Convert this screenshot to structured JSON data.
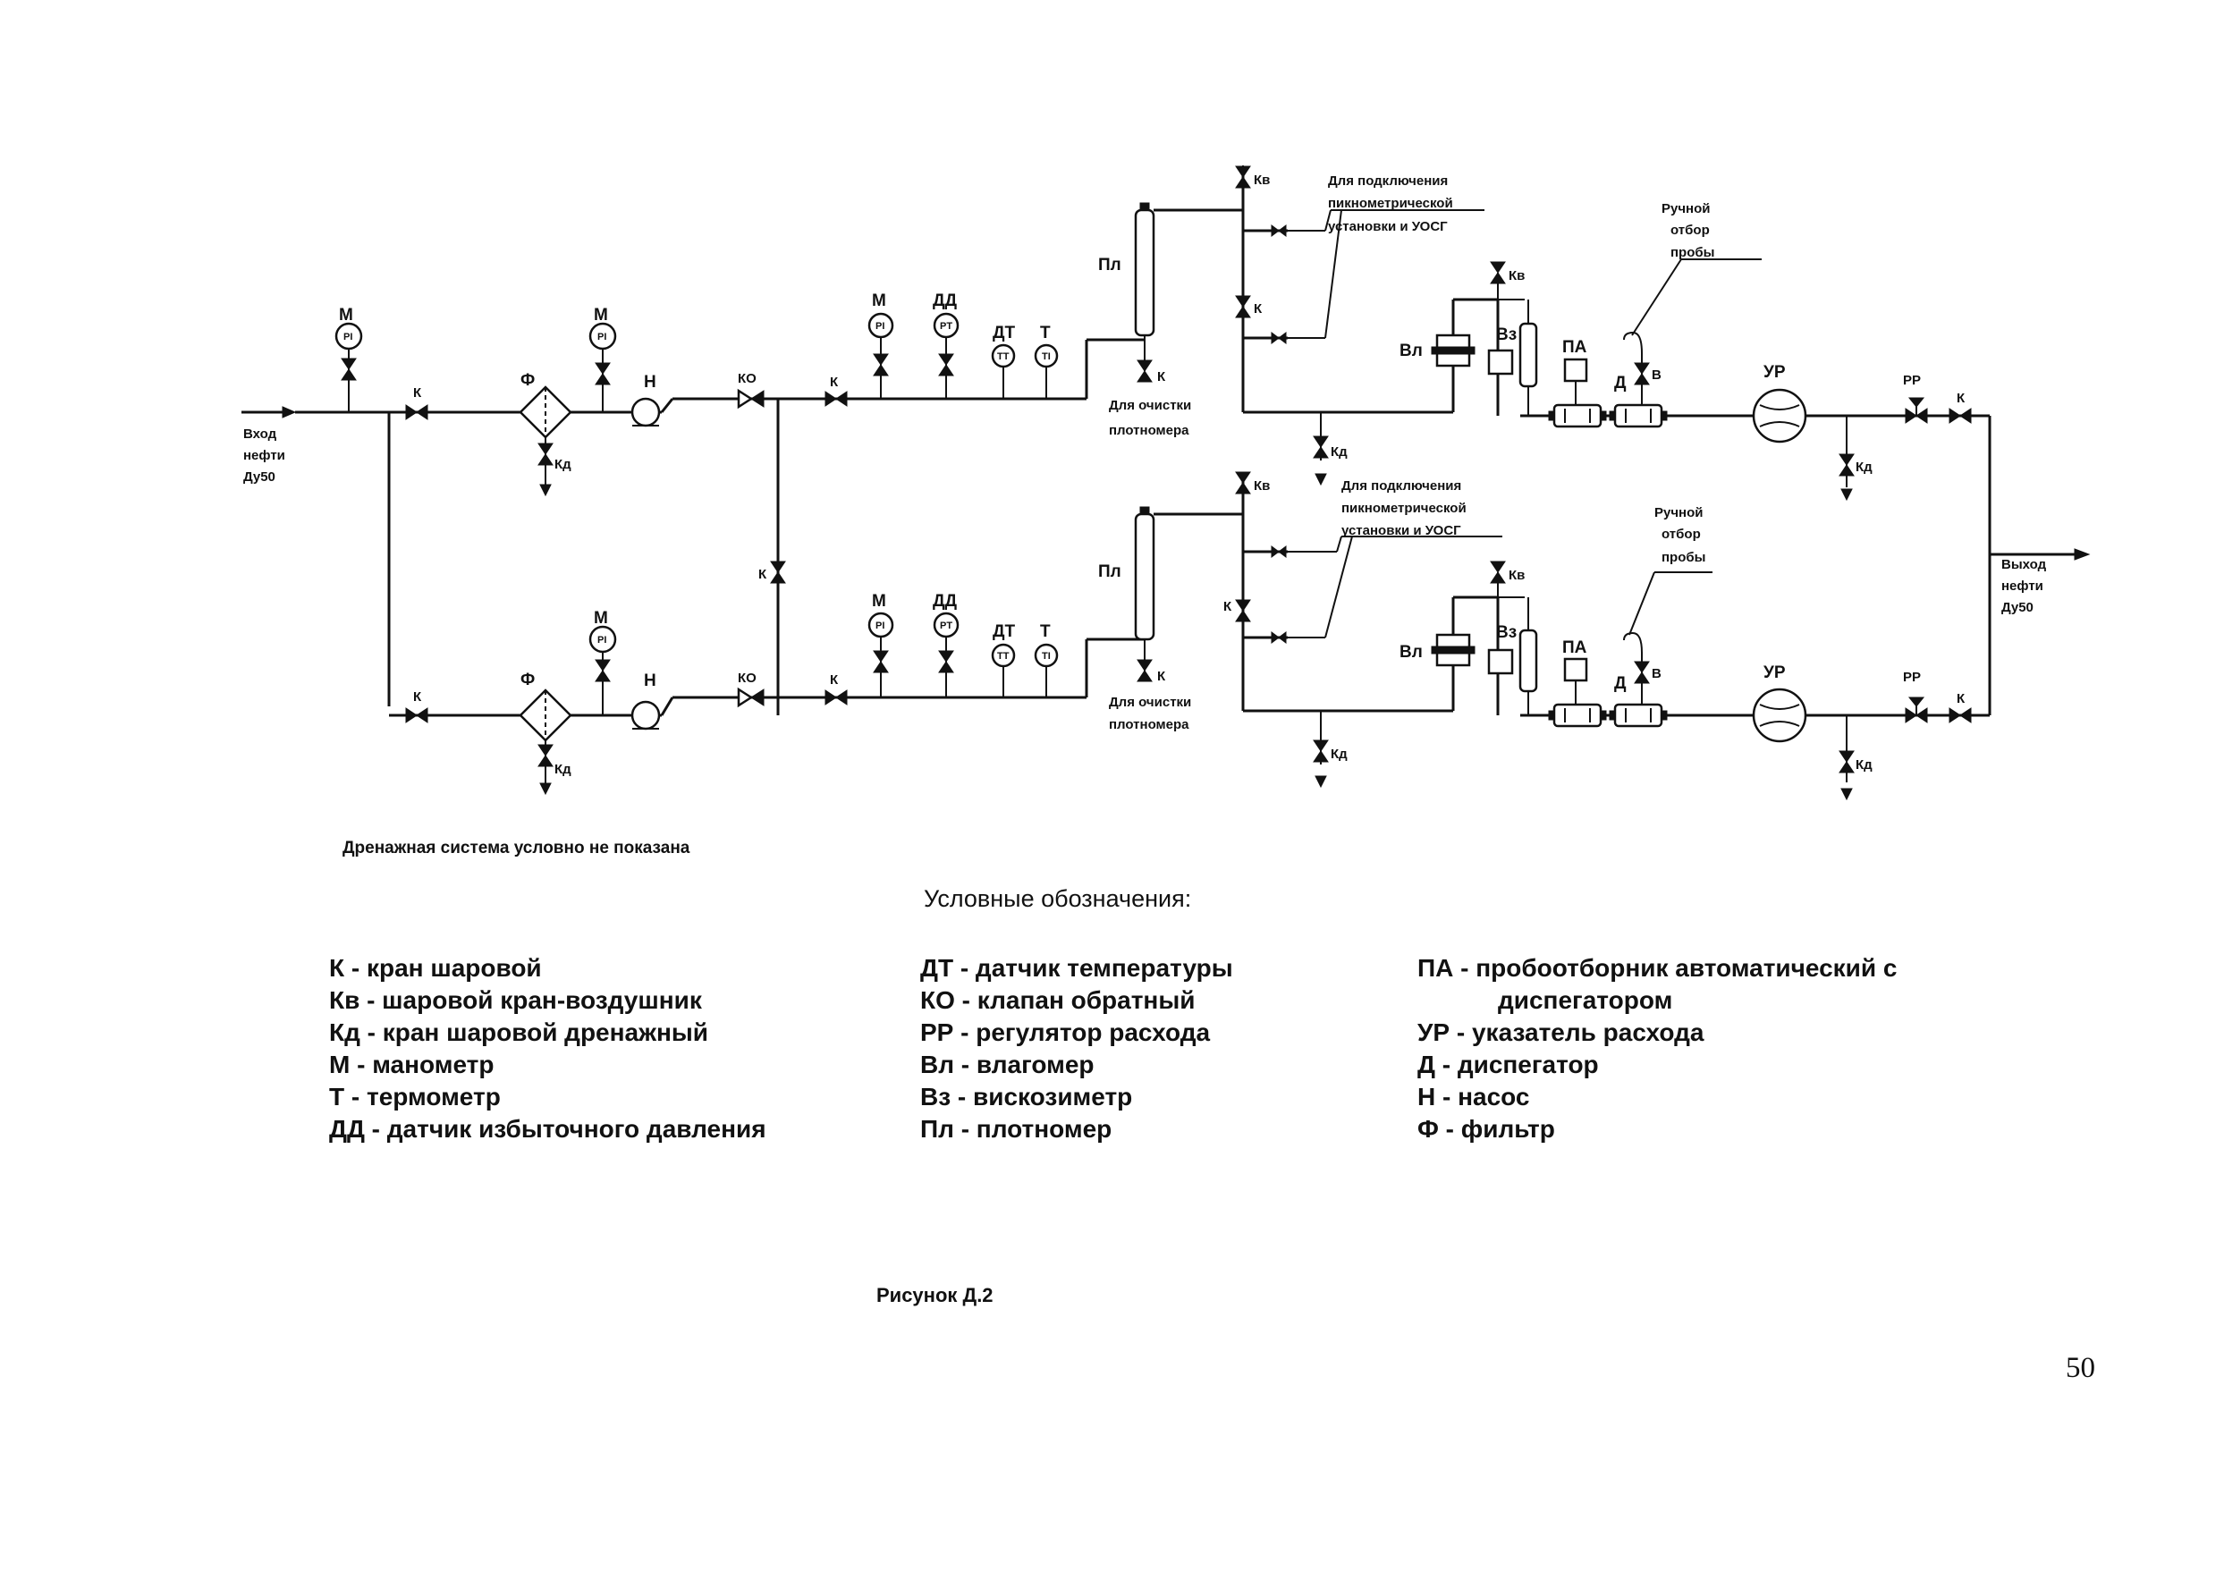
{
  "diagram": {
    "inlet": [
      "Вход",
      "нефти",
      "Ду50"
    ],
    "outlet": [
      "Выход",
      "нефти",
      "Ду50"
    ],
    "tags": {
      "M": "М",
      "PI": "PI",
      "DD": "ДД",
      "PT": "PT",
      "DT": "ДТ",
      "TT": "TT",
      "T": "Т",
      "TI": "TI",
      "K": "К",
      "KV": "Кв",
      "KD": "Кд",
      "F": "Ф",
      "N": "Н",
      "KO": "КО",
      "PL": "Пл",
      "VL": "Вл",
      "VZ": "Вз",
      "PA": "ПА",
      "D": "Д",
      "V": "В",
      "UR": "УР",
      "RR": "РР"
    },
    "densitometer_cleaning": [
      "Для очистки",
      "плотномера"
    ],
    "connection_note": [
      "Для подключения",
      "пикнометрической",
      "установки и УОСГ"
    ],
    "manual_sampling": [
      "Ручной",
      "отбор",
      "пробы"
    ]
  },
  "drainage_note": "Дренажная система условно не показана",
  "legend": {
    "title": "Условные обозначения:",
    "col1": [
      "К - кран шаровой",
      "Кв - шаровой кран-воздушник",
      "Кд - кран шаровой дренажный",
      "М - манометр",
      "Т - термометр",
      "ДД - датчик избыточного давления"
    ],
    "col2": [
      "ДТ - датчик температуры",
      "КО - клапан обратный",
      "РР - регулятор расхода",
      "Вл - влагомер",
      "Вз - вискозиметр",
      "Пл - плотномер"
    ],
    "col3": [
      "ПА - пробоотборник автоматический с диспегатором",
      "УР - указатель расхода",
      "Д - диспегатор",
      "Н - насос",
      "Ф - фильтр"
    ]
  },
  "figure_caption": "Рисунок Д.2",
  "page_number": "50"
}
